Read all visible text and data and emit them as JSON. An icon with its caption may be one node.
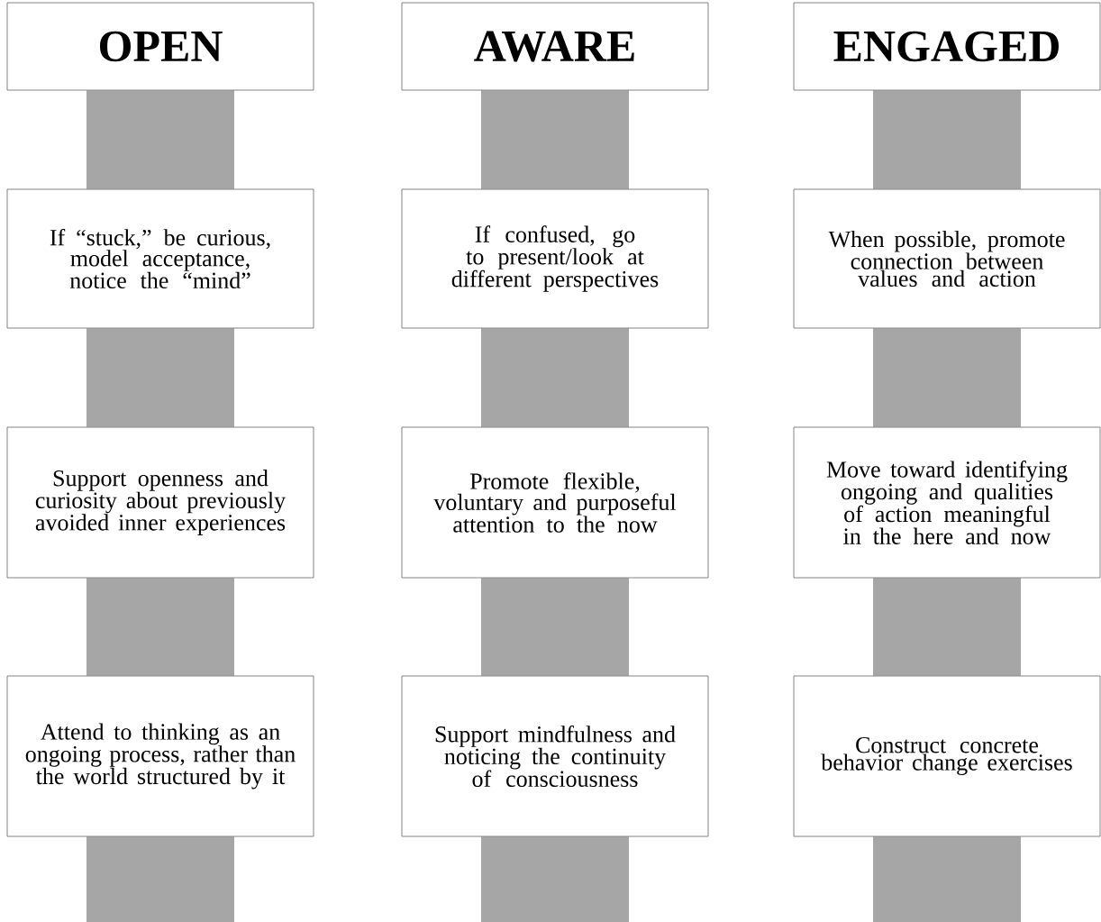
{
  "diagram": {
    "nodes": [
      {
        "text": [
          "OPEN"
        ]
      },
      {
        "text": [
          "AWARE"
        ]
      },
      {
        "text": [
          "ENGAGED"
        ]
      },
      {
        "text": [
          "If “stuck,” be curious, model acceptance, notice the “mind”"
        ]
      },
      {
        "text": [
          "If confused, go to present/look at different perspectives"
        ]
      },
      {
        "text": [
          "When possible, promote connection between values and action"
        ]
      },
      {
        "text": [
          "Support openness and curiosity about previously avoided inner experiences"
        ]
      },
      {
        "text": [
          "Promote flexible, voluntary and purposeful attention to the now"
        ]
      },
      {
        "text": [
          "Move toward identifying ongoing and qualities of action meaningful in the here and now"
        ]
      },
      {
        "text": [
          "Attend to thinking as an ongoing process, rather than the world structured by it"
        ]
      },
      {
        "text": [
          "Support mindfulness and noticing the continuity of consciousness"
        ]
      },
      {
        "text": [
          "Construct concrete behavior change exercises"
        ]
      }
    ],
    "edges": [
      {
        "from": 0,
        "to": 3,
        "arrow": "none"
      },
      {
        "from": 3,
        "to": 6,
        "arrow": "none"
      },
      {
        "from": 6,
        "to": 9,
        "arrow": "none"
      },
      {
        "from": 9,
        "to": null,
        "arrow": "none"
      },
      {
        "from": 1,
        "to": 4,
        "arrow": "none"
      },
      {
        "from": 4,
        "to": 7,
        "arrow": "none"
      },
      {
        "from": 7,
        "to": 10,
        "arrow": "none"
      },
      {
        "from": 10,
        "to": null,
        "arrow": "none"
      },
      {
        "from": 2,
        "to": 5,
        "arrow": "none"
      },
      {
        "from": 5,
        "to": 8,
        "arrow": "none"
      },
      {
        "from": 8,
        "to": 11,
        "arrow": "none"
      },
      {
        "from": 11,
        "to": null,
        "arrow": "none"
      }
    ]
  }
}
